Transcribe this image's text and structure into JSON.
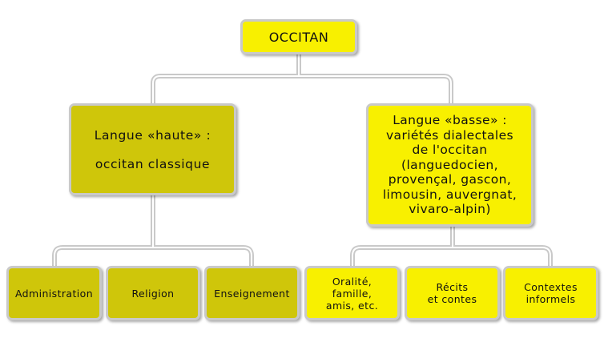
{
  "diagram": {
    "root": {
      "label": "OCCITAN"
    },
    "branches": [
      {
        "label": "Langue «haute» :\noccitan classique",
        "children": [
          "Administration",
          "Religion",
          "Enseignement"
        ]
      },
      {
        "label": "Langue «basse» :\nvariétés dialectales\nde l'occitan\n(languedocien,\nprovençal, gascon,\nlimousin, auvergnat,\nvivaro-alpin)",
        "children": [
          "Oralité,\nfamille,\namis, etc.",
          "Récits\net contes",
          "Contextes\ninformels"
        ]
      }
    ],
    "colors": {
      "high_register": "#cfc60a",
      "low_register": "#f8f000",
      "connector": "#c9c9c9"
    }
  }
}
